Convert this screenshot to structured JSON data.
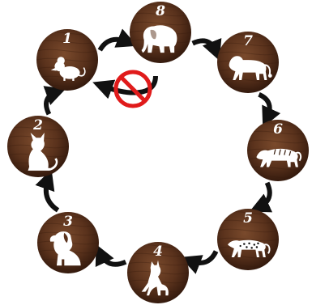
{
  "colors": {
    "background": "#ffffff",
    "wood_light": "#7a4a2c",
    "wood_mid": "#5a321c",
    "wood_dark": "#2e160b",
    "silhouette": "#ffffff",
    "arrow": "#111111",
    "prohibition": "#e01b1b"
  },
  "cycle": {
    "nodes": [
      {
        "number": "1",
        "icon": "mouse-icon"
      },
      {
        "number": "2",
        "icon": "cat-icon"
      },
      {
        "number": "3",
        "icon": "dog-icon"
      },
      {
        "number": "4",
        "icon": "wolf-icon"
      },
      {
        "number": "5",
        "icon": "leopard-icon"
      },
      {
        "number": "6",
        "icon": "tiger-icon"
      },
      {
        "number": "7",
        "icon": "lion-icon"
      },
      {
        "number": "8",
        "icon": "elephant-icon"
      }
    ],
    "forbidden_link": {
      "from": "8",
      "to": "1",
      "icon": "prohibition-icon"
    }
  }
}
